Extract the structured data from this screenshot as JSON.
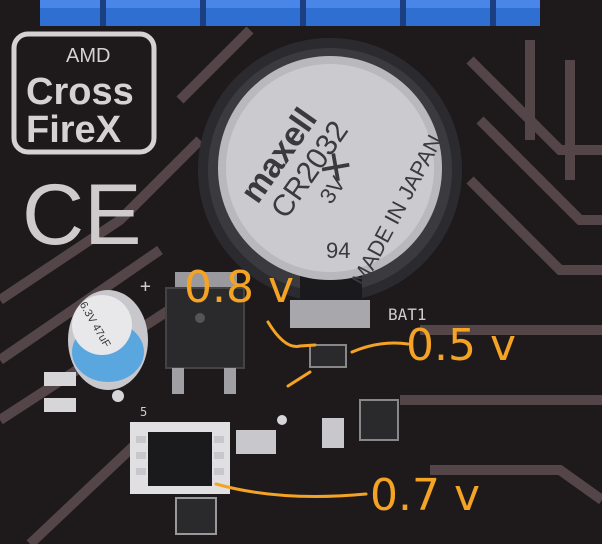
{
  "logo": {
    "brand_small": "AMD",
    "line1": "Cross",
    "line2": "FireX"
  },
  "ce_mark": "CE",
  "battery": {
    "brand": "maxell",
    "model": "CR2032",
    "voltage": "3V",
    "origin": "MADE IN JAPAN",
    "code": "94"
  },
  "silkscreen": {
    "battery_ref": "BAT1",
    "pin_label": "5",
    "plus": "+"
  },
  "capacitor": {
    "label": "6.3V 47uF"
  },
  "measurements": [
    {
      "label": "0.8 v"
    },
    {
      "label": "0.5 v"
    },
    {
      "label": "0.7 v"
    }
  ],
  "colors": {
    "pcb": "#1e1a1c",
    "trace": "#5a4a4e",
    "annotation": "#f4a324",
    "pci_slot": "#2f6fd1",
    "silkscreen": "#d6d2d4"
  }
}
